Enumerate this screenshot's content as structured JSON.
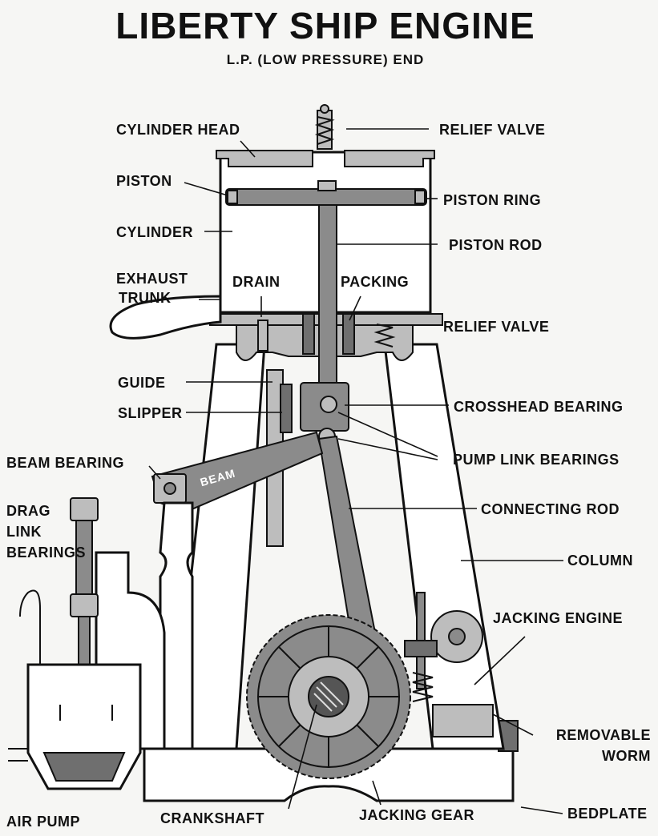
{
  "header": {
    "title": "LIBERTY SHIP ENGINE",
    "subtitle": "L.P. (LOW PRESSURE) END"
  },
  "labels": {
    "cylinder_head": "CYLINDER HEAD",
    "relief_valve_top": "RELIEF VALVE",
    "piston": "PISTON",
    "piston_ring": "PISTON RING",
    "cylinder": "CYLINDER",
    "piston_rod": "PISTON ROD",
    "exhaust": "EXHAUST",
    "trunk": "TRUNK",
    "drain": "DRAIN",
    "packing": "PACKING",
    "relief_valve_lower": "RELIEF VALVE",
    "guide": "GUIDE",
    "slipper": "SLIPPER",
    "crosshead_bearing": "CROSSHEAD BEARING",
    "beam_bearing": "BEAM BEARING",
    "beam": "BEAM",
    "pump_link_bearings": "PUMP LINK BEARINGS",
    "drag": "DRAG",
    "link": "LINK",
    "bearings": "BEARINGS",
    "connecting_rod": "CONNECTING ROD",
    "column": "COLUMN",
    "jacking_engine": "JACKING ENGINE",
    "removable": "REMOVABLE",
    "worm": "WORM",
    "air_pump": "AIR PUMP",
    "crankshaft": "CRANKSHAFT",
    "jacking_gear": "JACKING GEAR",
    "bedplate": "BEDPLATE"
  }
}
